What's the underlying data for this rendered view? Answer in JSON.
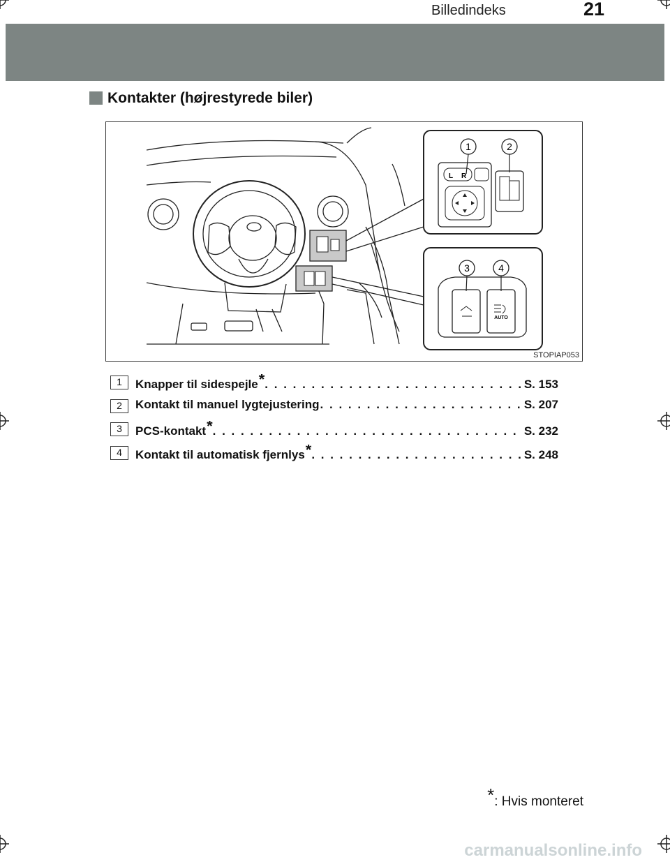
{
  "header": {
    "title": "Billedindeks",
    "page_number": "21"
  },
  "section": {
    "title": "Kontakter (højrestyrede biler)"
  },
  "figure": {
    "id": "STOPIAP053",
    "callouts": [
      "1",
      "2",
      "3",
      "4"
    ],
    "mirror_labels": [
      "L",
      "R"
    ],
    "auto_label": "AUTO"
  },
  "items": [
    {
      "num": "1",
      "label": "Knapper til sidespejle",
      "star": "*",
      "page": "S. 153"
    },
    {
      "num": "2",
      "label": "Kontakt til manuel lygtejustering",
      "star": "",
      "page": "S. 207"
    },
    {
      "num": "3",
      "label": "PCS-kontakt",
      "star": "*",
      "page": "S. 232"
    },
    {
      "num": "4",
      "label": "Kontakt til automatisk fjernlys",
      "star": "*",
      "page": "S. 248"
    }
  ],
  "footnote": {
    "star": "*",
    "text": ": Hvis monteret"
  },
  "watermark": "carmanualsonline.info",
  "colors": {
    "band": "#7d8583",
    "watermark": "#ccd4d6"
  }
}
